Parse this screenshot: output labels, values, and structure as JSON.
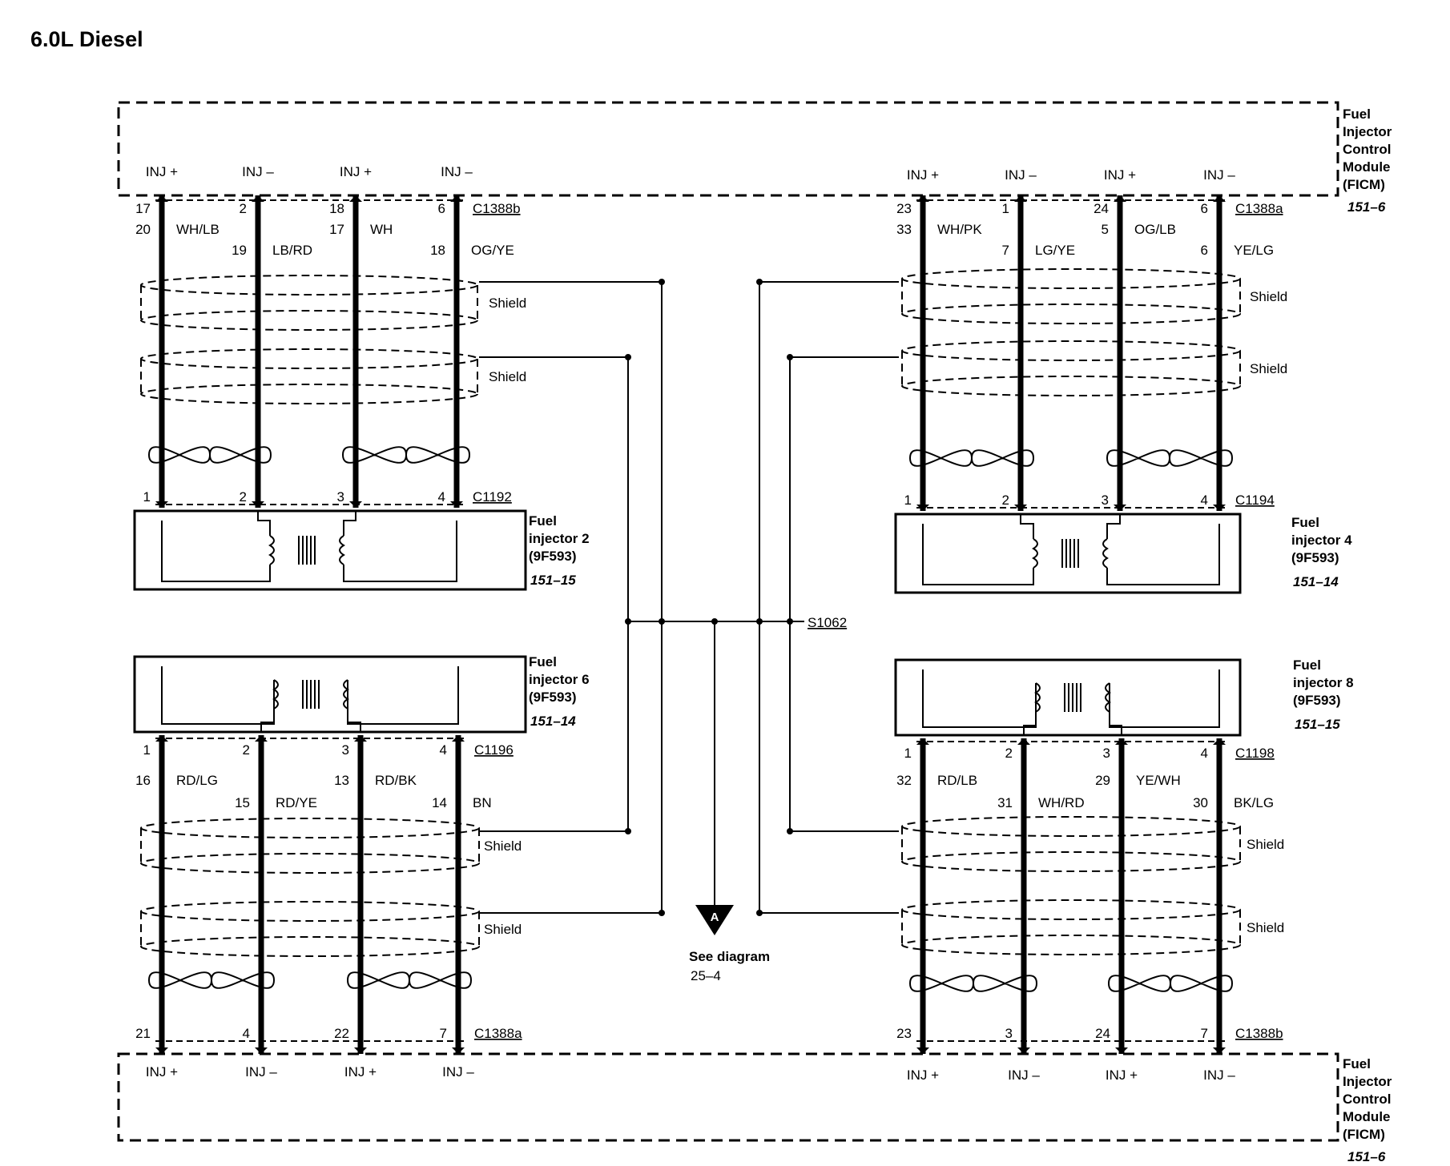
{
  "title": "6.0L Diesel",
  "ficm_top": {
    "lines": [
      "Fuel",
      "Injector",
      "Control",
      "Module",
      "(FICM)"
    ],
    "ref": "151–6"
  },
  "ficm_bottom": {
    "lines": [
      "Fuel",
      "Injector",
      "Control",
      "Module",
      "(FICM)"
    ],
    "ref": "151–6"
  },
  "shield_label": "Shield",
  "splice": "S1062",
  "ground_ref": {
    "symbol": "A",
    "line1": "See diagram",
    "line2": "25–4"
  },
  "groups": [
    {
      "id": "inj2",
      "top_connector": "C1388b",
      "injector_connector": "C1192",
      "injector": {
        "lines": [
          "Fuel",
          "injector 2",
          "(9F593)"
        ],
        "ref": "151–15"
      },
      "ficm_pins": [
        "INJ +",
        "INJ –",
        "INJ +",
        "INJ –"
      ],
      "ficm_pin_numbers": [
        "17",
        "2",
        "18",
        "6"
      ],
      "circuits": [
        "20",
        "19",
        "17",
        "18"
      ],
      "colors": [
        "WH/LB",
        "LB/RD",
        "WH",
        "OG/YE"
      ],
      "injector_pins": [
        "1",
        "2",
        "3",
        "4"
      ]
    },
    {
      "id": "inj4",
      "top_connector": "C1388a",
      "injector_connector": "C1194",
      "injector": {
        "lines": [
          "Fuel",
          "injector 4",
          "(9F593)"
        ],
        "ref": "151–14"
      },
      "ficm_pins": [
        "INJ +",
        "INJ –",
        "INJ +",
        "INJ –"
      ],
      "ficm_pin_numbers": [
        "23",
        "1",
        "24",
        "6"
      ],
      "circuits": [
        "33",
        "7",
        "5",
        "6"
      ],
      "colors": [
        "WH/PK",
        "LG/YE",
        "OG/LB",
        "YE/LG"
      ],
      "injector_pins": [
        "1",
        "2",
        "3",
        "4"
      ]
    },
    {
      "id": "inj6",
      "top_connector": "C1196",
      "injector_connector": "C1388a",
      "injector": {
        "lines": [
          "Fuel",
          "injector 6",
          "(9F593)"
        ],
        "ref": "151–14"
      },
      "ficm_pins": [
        "INJ +",
        "INJ –",
        "INJ +",
        "INJ –"
      ],
      "ficm_pin_numbers": [
        "21",
        "4",
        "22",
        "7"
      ],
      "circuits": [
        "16",
        "15",
        "13",
        "14"
      ],
      "colors": [
        "RD/LG",
        "RD/YE",
        "RD/BK",
        "BN"
      ],
      "injector_pins": [
        "1",
        "2",
        "3",
        "4"
      ]
    },
    {
      "id": "inj8",
      "top_connector": "C1198",
      "injector_connector": "C1388b",
      "injector": {
        "lines": [
          "Fuel",
          "injector 8",
          "(9F593)"
        ],
        "ref": "151–15"
      },
      "ficm_pins": [
        "INJ +",
        "INJ –",
        "INJ +",
        "INJ –"
      ],
      "ficm_pin_numbers": [
        "23",
        "3",
        "24",
        "7"
      ],
      "circuits": [
        "32",
        "31",
        "29",
        "30"
      ],
      "colors": [
        "RD/LB",
        "WH/RD",
        "YE/WH",
        "BK/LG"
      ],
      "injector_pins": [
        "1",
        "2",
        "3",
        "4"
      ]
    }
  ]
}
